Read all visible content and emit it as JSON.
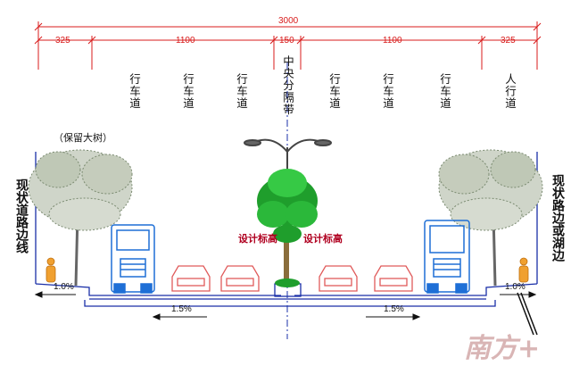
{
  "dimensions": {
    "total": "3000",
    "left_sidewalk": "325",
    "left_carriageway": "1100",
    "median": "150",
    "right_carriageway": "1100",
    "right_sidewalk": "325"
  },
  "lane_labels": [
    "行车道",
    "行车道",
    "行车道",
    "中央分隔带",
    "行车道",
    "行车道",
    "行车道",
    "人行道"
  ],
  "left_edge_label": "现状道路边线",
  "right_edge_label": "现状路边或湖边",
  "tree_note": "（保留大树）",
  "elevation_labels": {
    "left": "设计标高",
    "right": "设计标高"
  },
  "slopes": {
    "left_sidewalk": "1.0%",
    "left_road": "1.5%",
    "right_road": "1.5%",
    "right_sidewalk": "1.0%"
  },
  "watermark": "南方+",
  "colors": {
    "dimension": "#d81b1b",
    "truck": "#1e6fd6",
    "car": "#e05a5a",
    "tree": "#1f9e2c",
    "road_outline": "#1a2fa8"
  }
}
